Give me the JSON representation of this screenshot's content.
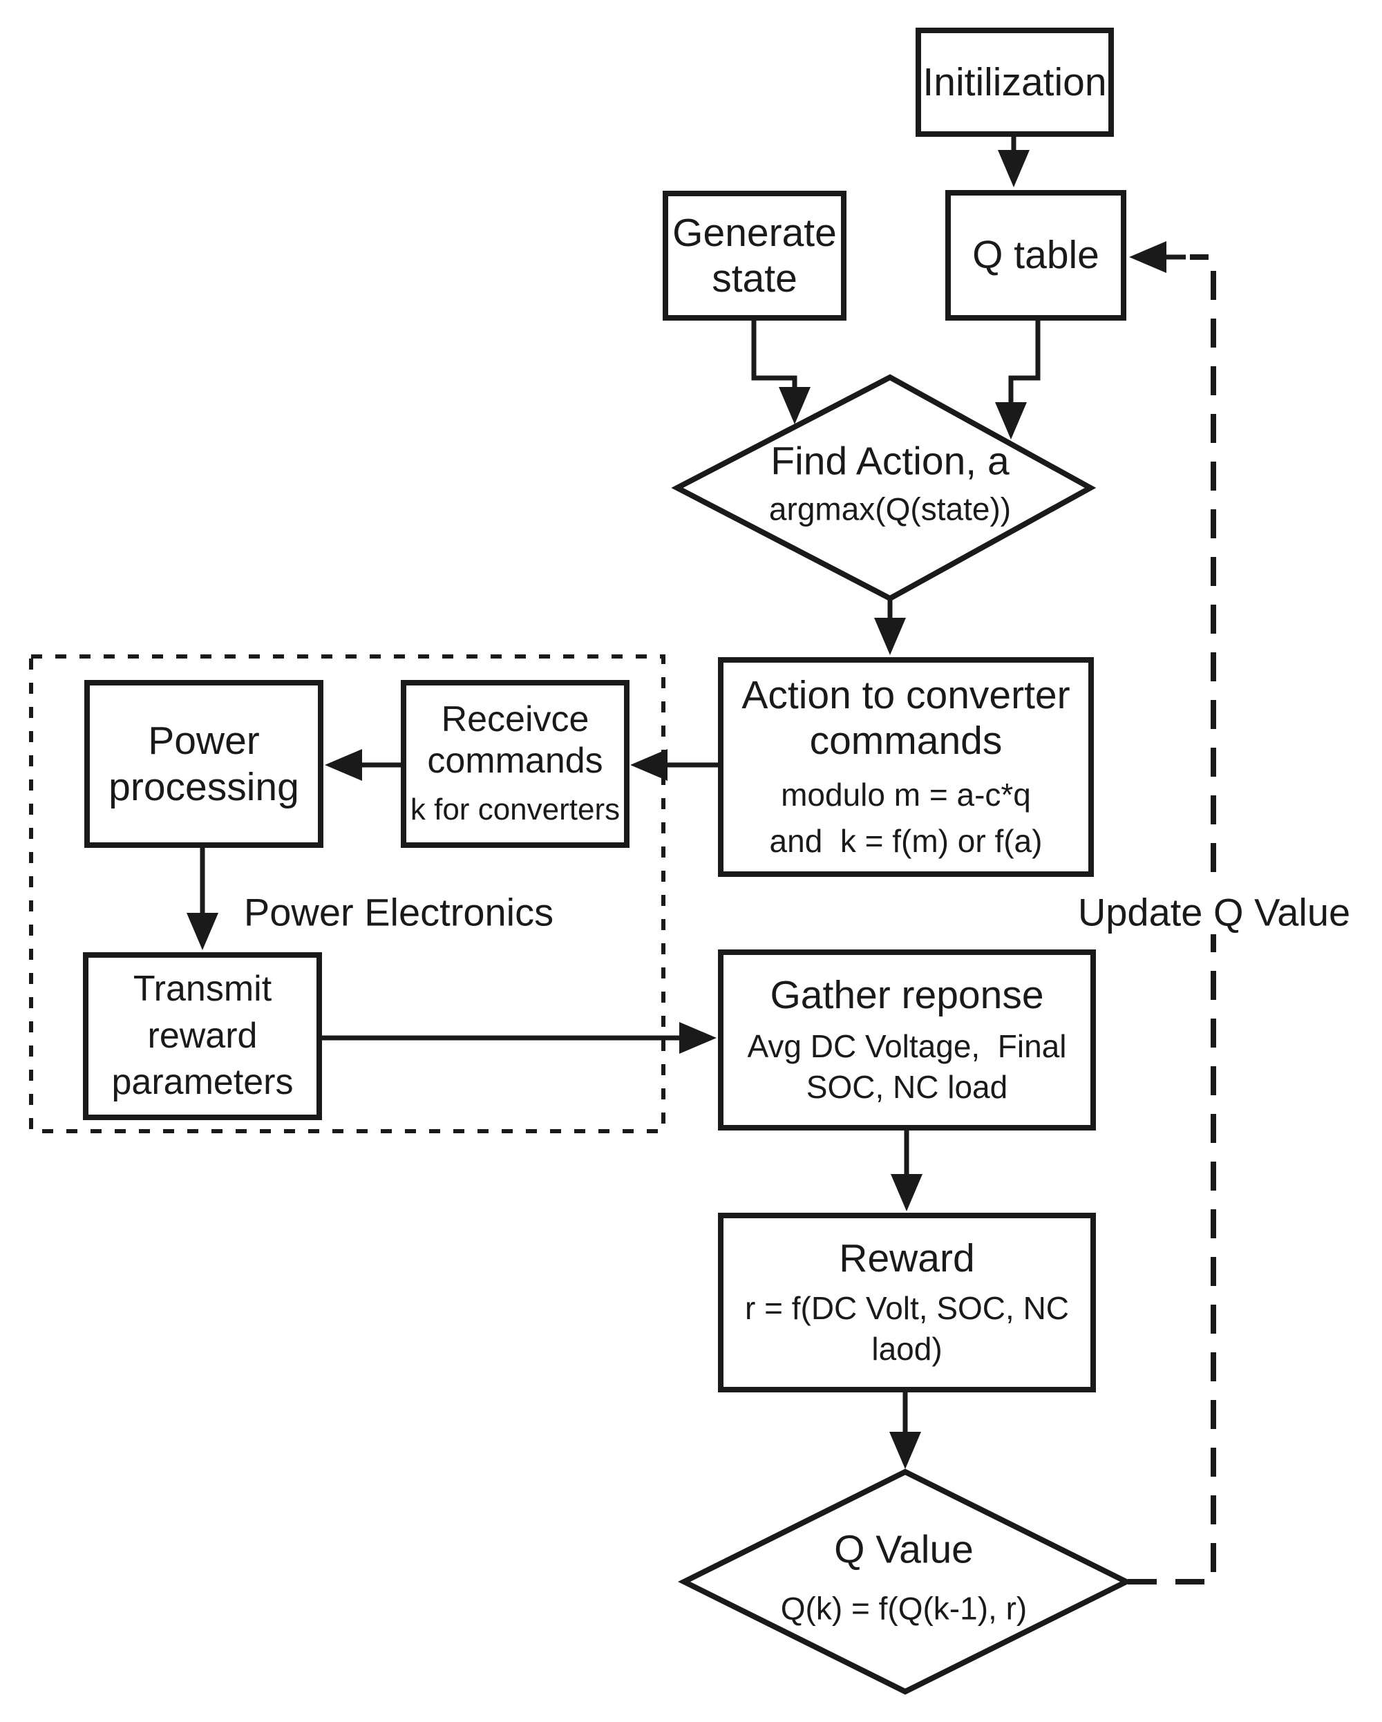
{
  "diagram": {
    "type": "flowchart",
    "colors": {
      "background": "#ffffff",
      "stroke": "#1a1a1a",
      "text": "#1a1a1a"
    },
    "nodes": {
      "initialization": {
        "label": "Initilization"
      },
      "generate_state": {
        "lines": [
          "Generate",
          "state"
        ]
      },
      "q_table": {
        "label": "Q table"
      },
      "find_action": {
        "title": "Find Action, a",
        "formula": "argmax(Q(state))"
      },
      "action_to_converter": {
        "title_lines": [
          "Action to converter",
          "commands"
        ],
        "formulas": [
          "modulo m = a-c*q",
          "and  k = f(m) or f(a)"
        ]
      },
      "power_processing": {
        "lines": [
          "Power",
          "processing"
        ]
      },
      "receive_commands": {
        "title_lines": [
          "Receivce",
          "commands"
        ],
        "formula": "k for converters"
      },
      "transmit_reward": {
        "lines": [
          "Transmit",
          "reward",
          "parameters"
        ]
      },
      "gather_response": {
        "title": "Gather reponse",
        "formula_lines": [
          "Avg DC Voltage,  Final",
          "SOC, NC load"
        ]
      },
      "reward": {
        "title": "Reward",
        "formula_lines": [
          "r = f(DC Volt, SOC, NC",
          "laod)"
        ]
      },
      "q_value": {
        "title": "Q Value",
        "formula": "Q(k) = f(Q(k-1), r)"
      }
    },
    "labels": {
      "power_electronics": "Power Electronics",
      "update_q_value": "Update Q Value"
    },
    "container": {
      "label": "Power Electronics",
      "style": "dashed",
      "contains": [
        "power_processing",
        "receive_commands",
        "transmit_reward"
      ]
    },
    "edges": [
      {
        "from": "initialization",
        "to": "q_table",
        "style": "solid"
      },
      {
        "from": "generate_state",
        "to": "find_action",
        "style": "solid"
      },
      {
        "from": "q_table",
        "to": "find_action",
        "style": "solid"
      },
      {
        "from": "find_action",
        "to": "action_to_converter",
        "style": "solid"
      },
      {
        "from": "action_to_converter",
        "to": "receive_commands",
        "style": "solid"
      },
      {
        "from": "receive_commands",
        "to": "power_processing",
        "style": "solid"
      },
      {
        "from": "power_processing",
        "to": "transmit_reward",
        "style": "solid"
      },
      {
        "from": "transmit_reward",
        "to": "gather_response",
        "style": "solid"
      },
      {
        "from": "gather_response",
        "to": "reward",
        "style": "solid"
      },
      {
        "from": "reward",
        "to": "q_value",
        "style": "solid"
      },
      {
        "from": "q_value",
        "to": "q_table",
        "style": "dashed",
        "label": "Update Q Value"
      }
    ]
  }
}
